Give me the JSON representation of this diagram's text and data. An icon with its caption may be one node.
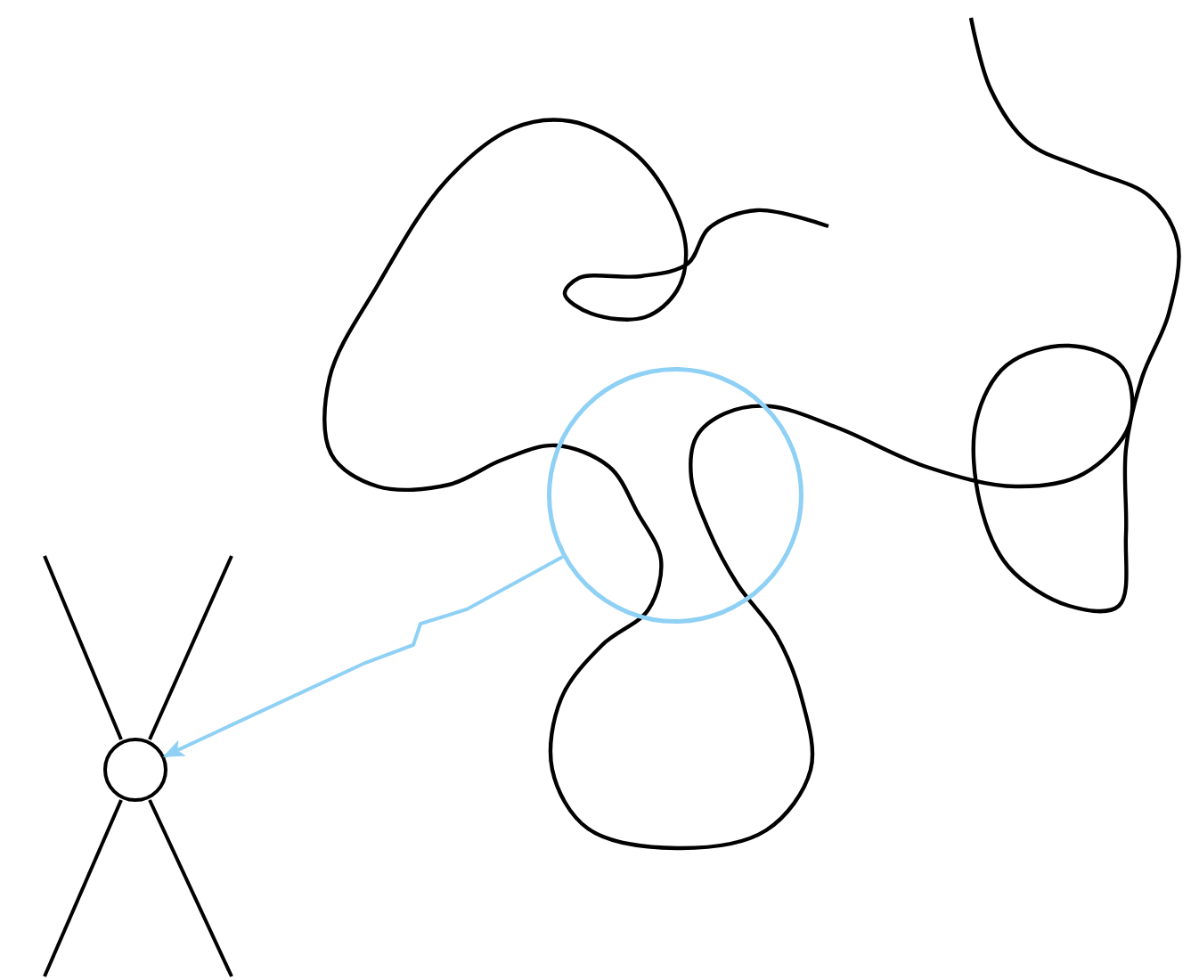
{
  "diagram": {
    "nodes": [
      {
        "text": [],
        "shape": "circle"
      },
      {
        "text": [],
        "shape": "circle"
      }
    ],
    "edges": [
      {
        "from": 0,
        "to": 1,
        "arrow": "to",
        "color": "#8fd0f5"
      }
    ]
  }
}
